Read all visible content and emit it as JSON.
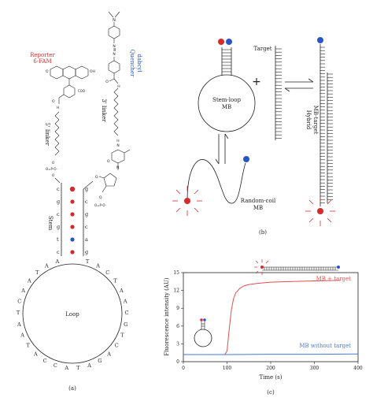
{
  "panel_a": {
    "reporter_label": "Reporter",
    "reporter_sub": "6-FAM",
    "quencher_label": "Quencher",
    "quencher_sub": "dabcyl",
    "linker_5": "5' linker",
    "linker_3": "3' linker",
    "stem_label": "Stem",
    "loop_label": "Loop",
    "stem_left": [
      "c",
      "g",
      "c",
      "g",
      "t",
      "c"
    ],
    "stem_right": [
      "g",
      "c",
      "g",
      "c",
      "a",
      "g"
    ],
    "loop_letters": [
      "T",
      "A",
      "C",
      "T",
      "A",
      "A",
      "C",
      "G",
      "T",
      "C",
      "A",
      "G",
      "A",
      "T",
      "A",
      "C",
      "C",
      "A",
      "T",
      "A",
      "A",
      "T",
      "C",
      "A",
      "A",
      "T",
      "A",
      "A"
    ],
    "caption": "(a)",
    "colors": {
      "reporter": "#d62b2b",
      "quencher": "#2b54c8",
      "stem_pair": "#d62b2b",
      "stem_pair_at": "#2b54c8"
    }
  },
  "panel_b": {
    "target_label": "Target",
    "stem_loop_label": "Stem-loop",
    "stem_loop_sub": "MB",
    "random_coil_label": "Random-coil",
    "random_coil_sub": "MB",
    "hybrid_label": "Hybrid",
    "hybrid_sub": "MB-target",
    "plus_sign": "+",
    "caption": "(b)"
  },
  "panel_c": {
    "caption": "(c)",
    "chart_data": {
      "type": "line",
      "xlabel": "Time (s)",
      "ylabel": "Fluorescence intensity (AU)",
      "xlim": [
        0,
        400
      ],
      "ylim": [
        0,
        15
      ],
      "xticks": [
        "0",
        "100",
        "200",
        "300",
        "400"
      ],
      "yticks": [
        "0",
        "3",
        "6",
        "9",
        "12",
        "15"
      ],
      "series": [
        {
          "name": "MB + target",
          "color": "#e05050",
          "x": [
            0,
            50,
            95,
            100,
            105,
            110,
            115,
            120,
            130,
            140,
            150,
            170,
            200,
            250,
            300,
            360
          ],
          "y": [
            1.2,
            1.2,
            1.2,
            1.8,
            5.5,
            8.8,
            10.6,
            11.6,
            12.4,
            12.8,
            13.0,
            13.2,
            13.4,
            13.5,
            13.6,
            13.7
          ]
        },
        {
          "name": "MB without target",
          "color": "#4a78d0",
          "x": [
            0,
            100,
            200,
            300,
            400
          ],
          "y": [
            1.2,
            1.2,
            1.25,
            1.25,
            1.3
          ]
        }
      ]
    }
  }
}
